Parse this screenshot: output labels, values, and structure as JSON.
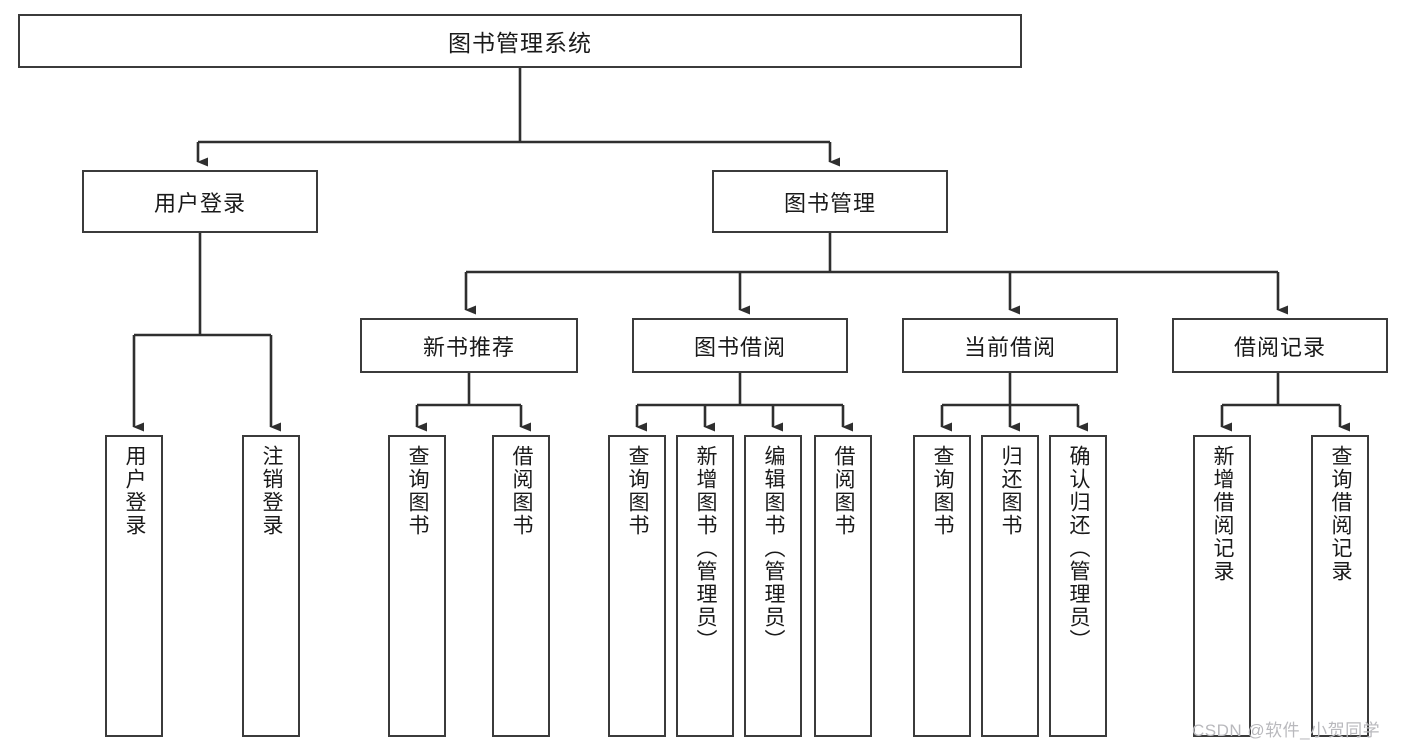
{
  "diagram": {
    "type": "tree",
    "title": "图书管理系统",
    "watermark": "CSDN @软件_小贺同学",
    "colors": {
      "box_border": "#3b3b3b",
      "box_fill": "#ffffff",
      "line": "#2f2f2f",
      "text": "#1a1a1a",
      "watermark": "#b9b9bd"
    },
    "levels": {
      "root": {
        "label": "图书管理系统"
      },
      "level2": [
        {
          "label": "用户登录"
        },
        {
          "label": "图书管理"
        }
      ],
      "level3": [
        {
          "label": "新书推荐"
        },
        {
          "label": "图书借阅"
        },
        {
          "label": "当前借阅"
        },
        {
          "label": "借阅记录"
        }
      ],
      "leaves": {
        "user_login": [
          {
            "label": "用户登录"
          },
          {
            "label": "注销登录"
          }
        ],
        "new_book": [
          {
            "label": "查询图书"
          },
          {
            "label": "借阅图书"
          }
        ],
        "book_borrow": [
          {
            "label": "查询图书"
          },
          {
            "label": "新增图书（管理员）"
          },
          {
            "label": "编辑图书（管理员）"
          },
          {
            "label": "借阅图书"
          }
        ],
        "current_borrow": [
          {
            "label": "查询图书"
          },
          {
            "label": "归还图书"
          },
          {
            "label": "确认归还（管理员）"
          }
        ],
        "borrow_record": [
          {
            "label": "新增借阅记录"
          },
          {
            "label": "查询借阅记录"
          }
        ]
      }
    }
  }
}
